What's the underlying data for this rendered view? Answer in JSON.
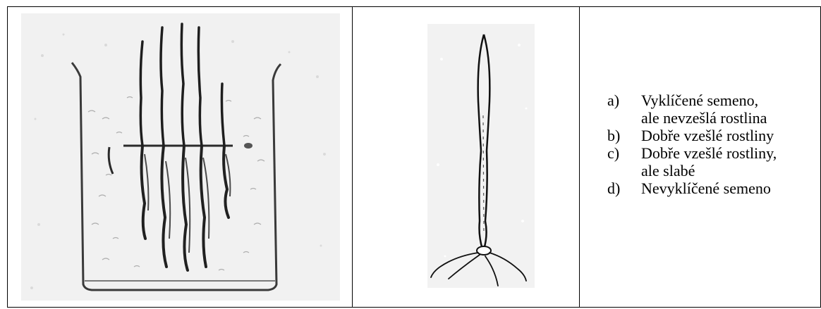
{
  "legend": {
    "items": [
      {
        "marker": "a)",
        "text": "Vyklíčené semeno, ale nevzešlá rostlina"
      },
      {
        "marker": "b)",
        "text": "Dobře vzešlé rostliny"
      },
      {
        "marker": "c)",
        "text": "Dobře vzešlé rostliny, ale slabé"
      },
      {
        "marker": "d)",
        "text": "Nevyklíčené semeno"
      }
    ]
  },
  "images": {
    "beaker": "beaker-with-seedlings-sketch",
    "plant": "single-seedling-sketch"
  }
}
